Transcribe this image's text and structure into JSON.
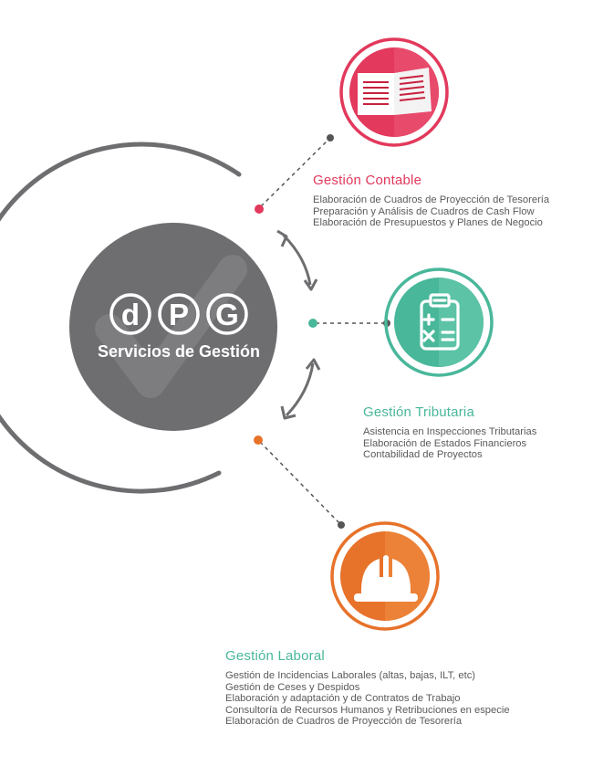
{
  "colors": {
    "contable": "#e2395c",
    "contable_dark": "#c8203f",
    "tributaria": "#49b79a",
    "tributaria_dark": "#2f9e82",
    "laboral": "#e7722a",
    "laboral_dark": "#cf5d16",
    "hub": "#6e6d70",
    "hub_ring": "#6e6d70",
    "text": "#5a5a5a"
  },
  "hub": {
    "logo_letters": [
      "d",
      "P",
      "G"
    ],
    "tagline": "Servicios de Gestión",
    "icon": "checkmark-watermark-icon"
  },
  "services": {
    "contable": {
      "title": "Gestión Contable",
      "icon": "documents-icon",
      "items": [
        "Elaboración de Cuadros de Proyección de Tesorería",
        "Preparación y Análisis de Cuadros de Cash Flow",
        "Elaboración de Presupuestos y Planes de Negocio"
      ]
    },
    "tributaria": {
      "title": "Gestión Tributaria",
      "icon": "clipboard-calculator-icon",
      "items": [
        "Asistencia en Inspecciones Tributarias",
        "Elaboración de Estados Financieros",
        "Contabilidad de Proyectos"
      ]
    },
    "laboral": {
      "title": "Gestión Laboral",
      "icon": "hard-hat-icon",
      "items": [
        "Gestión de Incidencias Laborales (altas, bajas, ILT, etc)",
        "Gestión de Ceses y Despidos",
        "Elaboración y adaptación y de Contratos de Trabajo",
        "Consultoría de Recursos Humanos y Retribuciones en especie",
        "Elaboración de Cuadros de Proyección de Tesorería"
      ]
    }
  }
}
